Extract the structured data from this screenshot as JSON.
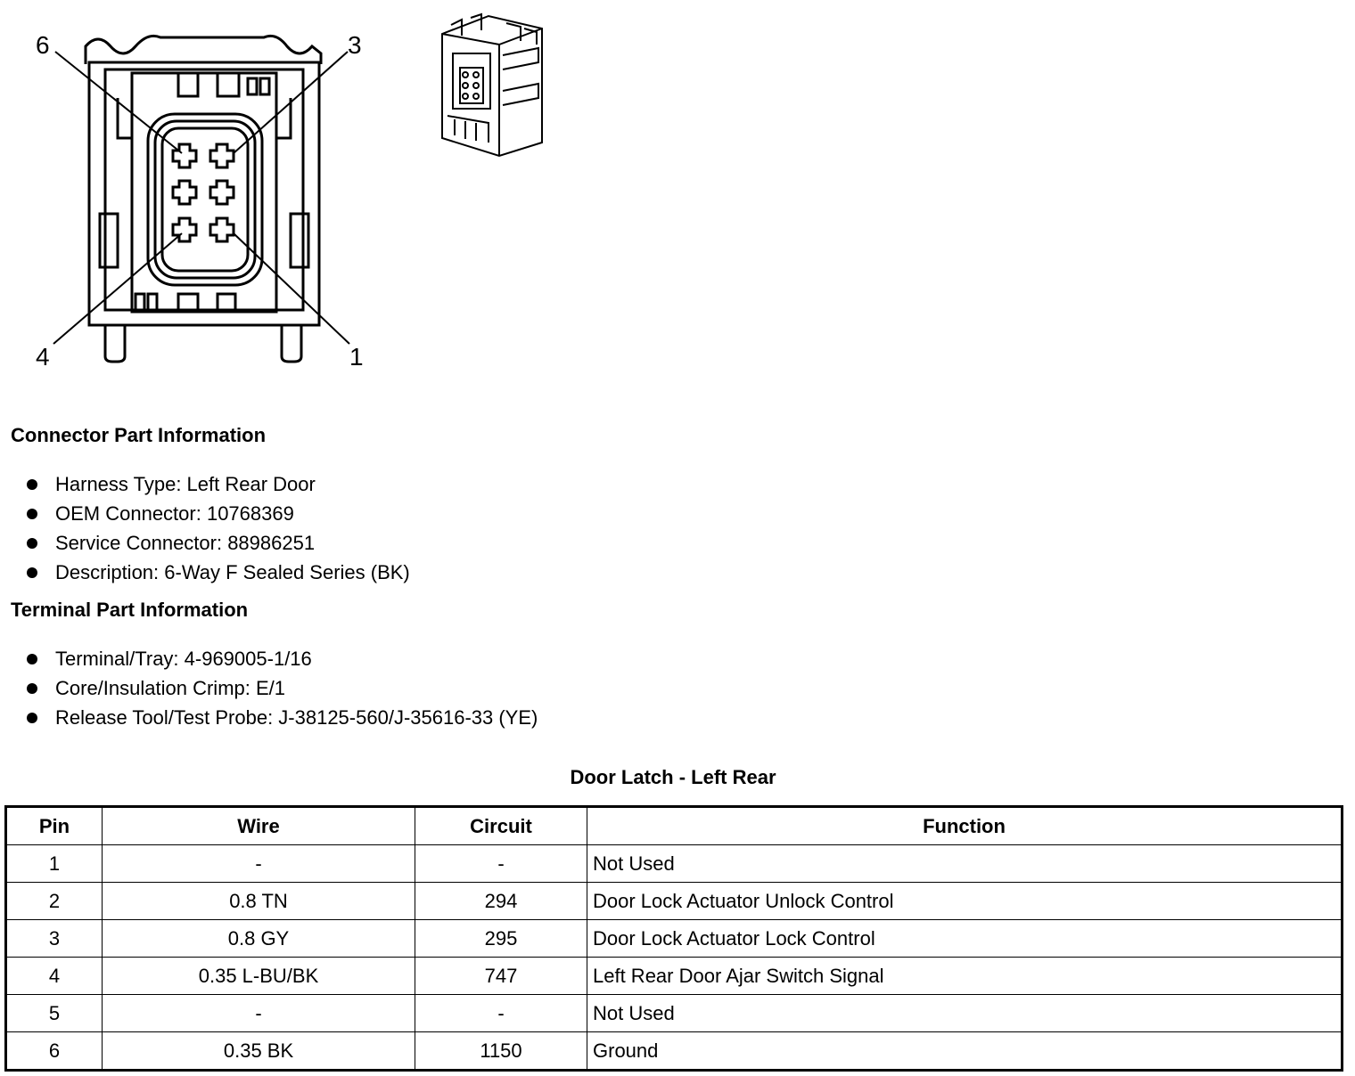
{
  "diagram": {
    "callouts": [
      "6",
      "3",
      "4",
      "1"
    ]
  },
  "connector_info": {
    "title": "Connector Part Information",
    "items": [
      "Harness Type: Left Rear Door",
      "OEM Connector: 10768369",
      "Service Connector: 88986251",
      "Description: 6-Way F Sealed Series (BK)"
    ]
  },
  "terminal_info": {
    "title": "Terminal Part Information",
    "items": [
      "Terminal/Tray: 4-969005-1/16",
      "Core/Insulation Crimp: E/1",
      "Release Tool/Test Probe: J-38125-560/J-35616-33 (YE)"
    ]
  },
  "table": {
    "title": "Door Latch - Left Rear",
    "headers": [
      "Pin",
      "Wire",
      "Circuit",
      "Function"
    ],
    "rows": [
      [
        "1",
        "-",
        "-",
        "Not Used"
      ],
      [
        "2",
        "0.8 TN",
        "294",
        "Door Lock Actuator Unlock Control"
      ],
      [
        "3",
        "0.8 GY",
        "295",
        "Door Lock Actuator Lock Control"
      ],
      [
        "4",
        "0.35 L-BU/BK",
        "747",
        "Left Rear Door Ajar Switch Signal"
      ],
      [
        "5",
        "-",
        "-",
        "Not Used"
      ],
      [
        "6",
        "0.35 BK",
        "1150",
        "Ground"
      ]
    ]
  }
}
